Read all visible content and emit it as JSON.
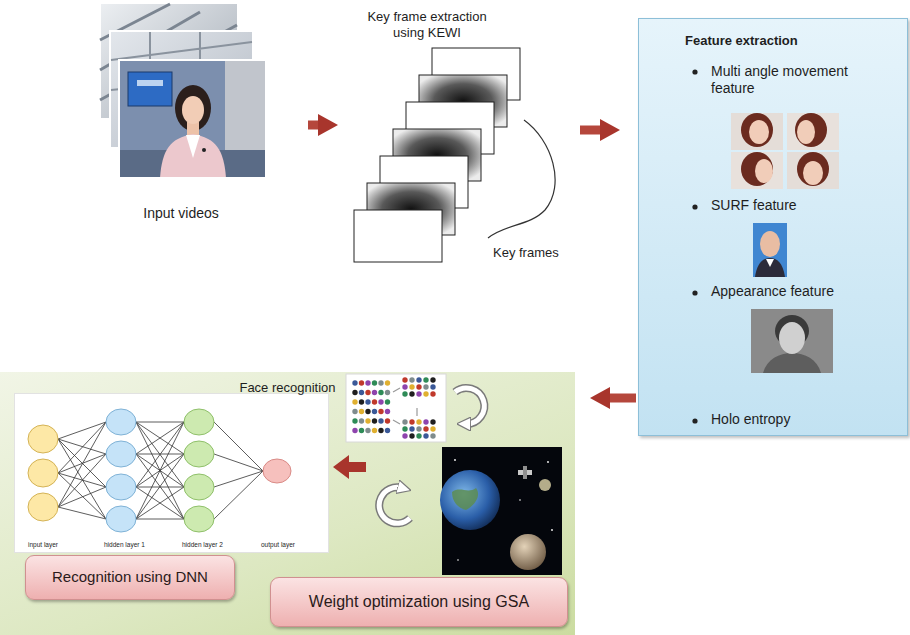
{
  "diagram": {
    "nodes": [
      {
        "text": [
          "Input videos"
        ]
      },
      {
        "text": [
          "Key frame extraction using KEWI",
          "Key frames"
        ]
      },
      {
        "text": [
          "Feature extraction",
          "Multi angle movement feature",
          "SURF feature",
          "Appearance feature",
          "Holo entropy"
        ]
      },
      {
        "text": [
          "Face recognition"
        ]
      },
      {
        "text": [
          "input layer",
          "hidden layer 1",
          "hidden layer 2",
          "output layer"
        ],
        "in": 3
      },
      {
        "text": [
          "Recognition using DNN"
        ],
        "in": 3
      },
      {
        "text": [
          "Weight optimization using GSA"
        ],
        "in": 3
      }
    ],
    "edges": [
      {
        "from": 0,
        "to": 1,
        "arrow": "to"
      },
      {
        "from": 1,
        "to": 2,
        "arrow": "to"
      },
      {
        "from": 2,
        "to": 3,
        "arrow": "to"
      }
    ]
  }
}
